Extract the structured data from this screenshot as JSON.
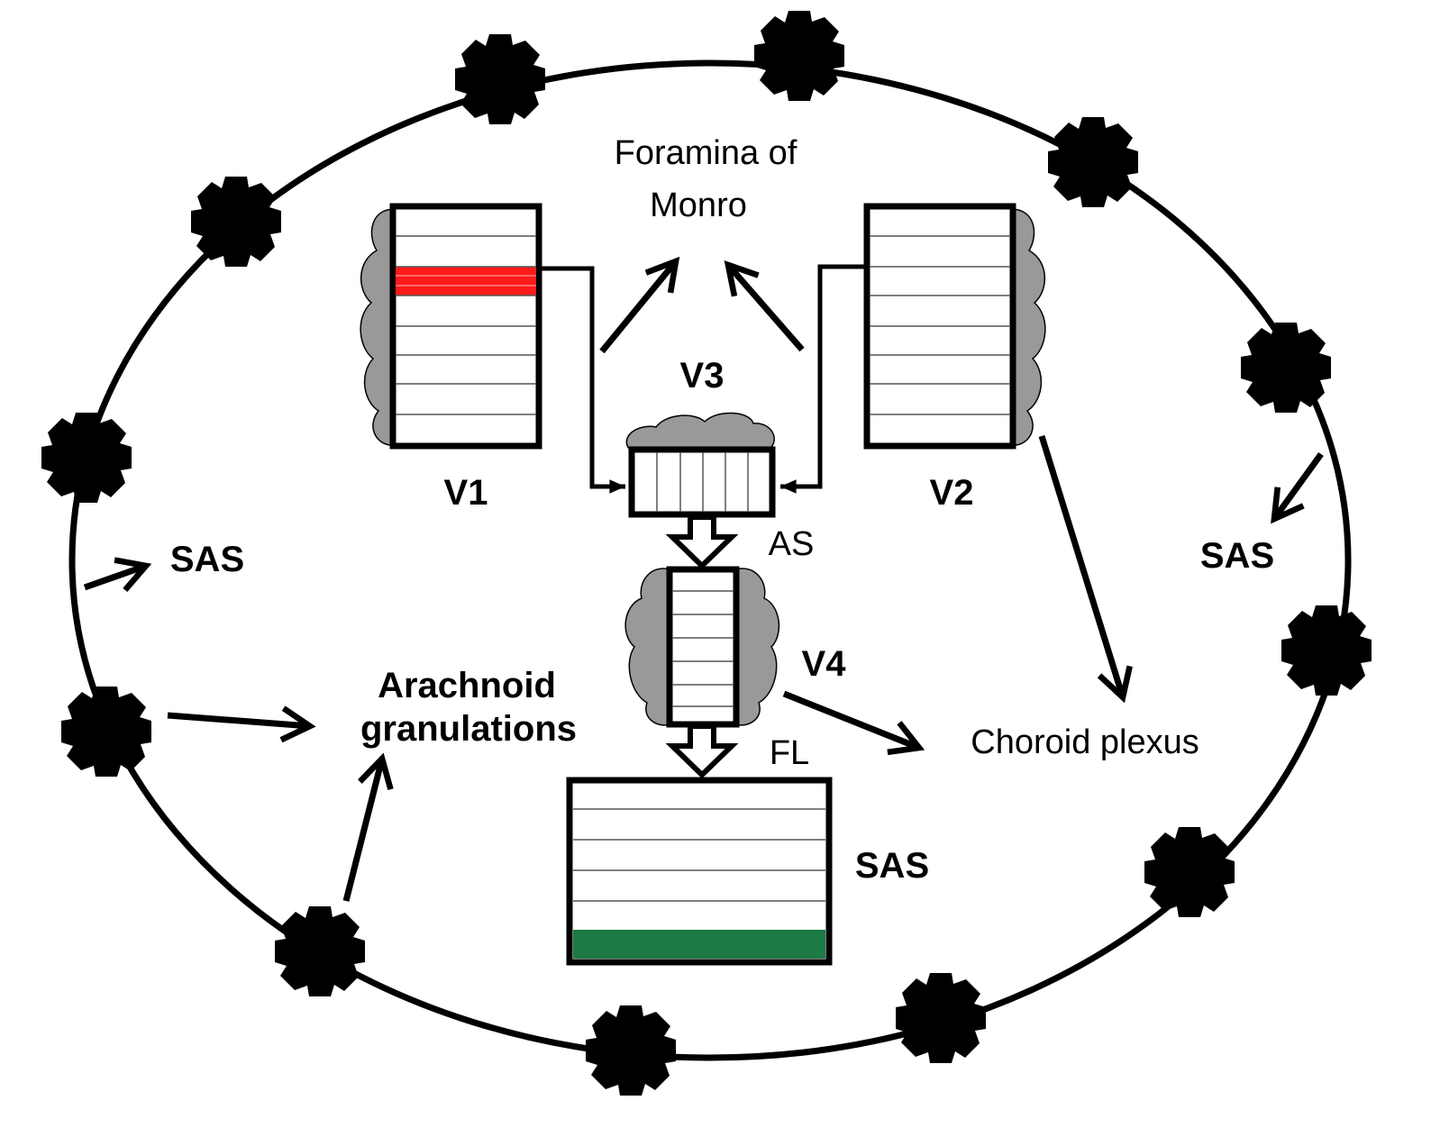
{
  "labels": {
    "foramina_line1": "Foramina of",
    "foramina_line2": "Monro",
    "v1": "V1",
    "v2": "V2",
    "v3": "V3",
    "v4": "V4",
    "as": "AS",
    "fl": "FL",
    "sas_left": "SAS",
    "sas_right": "SAS",
    "sas_bottom": "SAS",
    "arachnoid_line1": "Arachnoid",
    "arachnoid_line2": "granulations",
    "choroid": "Choroid plexus"
  },
  "colors": {
    "stroke": "#000000",
    "cloud": "#999999",
    "red_band": "#ff1a1a",
    "green_band": "#1e7a45",
    "background": "#ffffff"
  }
}
